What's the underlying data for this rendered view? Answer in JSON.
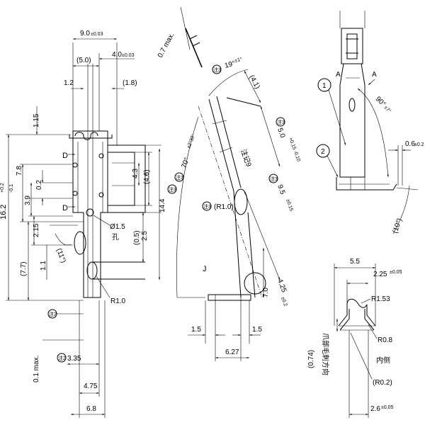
{
  "colors": {
    "line": "#000000",
    "background": "#ffffff"
  },
  "left_view": {
    "dim_top_width": "9.0",
    "dim_top_width_tol": "±0.03",
    "dim_5_0": "(5.0)",
    "dim_4_0": "4.0",
    "dim_4_0_tol": "±0.03",
    "dim_1_2": "1.2",
    "dim_1_8": "(1.8)",
    "dim_1_15": "1.15",
    "dim_16_2": "16.2",
    "dim_16_2_tol_up": "+0.2",
    "dim_16_2_tol_dn": "-0.1",
    "dim_7_8": "7.8",
    "dim_3_9": "3.9",
    "dim_0_2": "0.2",
    "dim_2_15": "2.15",
    "dim_1_1": "1.1",
    "dim_7_7": "(7.7)",
    "dim_4_3": "4.3",
    "dim_4_6": "(4.6)",
    "dim_14_4": "14.4",
    "dim_0_5": "(0.5)",
    "dim_2_5": "2.5",
    "label_d1": "D",
    "label_d2": "D",
    "hole_dia": "Ø1.5",
    "hole_char": "孔",
    "angle_11": "(11°)",
    "radius_r1": "R1.0",
    "note_2": "注2",
    "dim_0_1max": "0.1 max.",
    "dim_3_35": "3.35",
    "note_2b": "注2",
    "dim_4_75": "4.75",
    "dim_6_8": "6.8"
  },
  "middle_view": {
    "dim_0_7max": "0.7 max.",
    "angle_19": "19°",
    "angle_19_tol": "±1°",
    "note_3a": "注3",
    "dim_4_1": "(4.1)",
    "angle_70": "70°",
    "angle_70_tol": "±2°30'",
    "note_3b": "注3",
    "note_3c": "注3",
    "dim_5_0": "5.0",
    "dim_5_0_tol": "+0.15 -0.10",
    "note_9": "注记9",
    "radius_r1": "(R1.0)",
    "note_3d": "注3",
    "dim_9_5": "9.5",
    "dim_9_5_tol": "±0.15",
    "label_j": "J",
    "dim_7_0": "7.0",
    "dim_4_25": "4.25",
    "dim_4_25_tol": "±0.2",
    "dim_1_5a": "1.5",
    "dim_1_5b": "1.5",
    "dim_6_27": "6.27"
  },
  "right_top": {
    "label_a1": "A",
    "label_a2": "A",
    "balloon_1": "1",
    "balloon_2": "2",
    "angle_90": "90°",
    "angle_90_tol": "±7°",
    "dim_0_6": "0.6",
    "dim_0_6_tol": "±0.2",
    "angle_10": "(10°)"
  },
  "right_bottom": {
    "dim_5_5": "5.5",
    "dim_2_25": "2.25",
    "dim_2_25_tol": "±0.05",
    "radius_r1_53": "R1.53",
    "radius_r0_8": "R0.8",
    "label_inner": "内侧",
    "radius_r0_2": "(R0.2)",
    "vertical_note": "爪部毛刺方向",
    "dim_0_74": "(0.74)",
    "dim_2_6": "2.6",
    "dim_2_6_tol": "±0.05"
  }
}
